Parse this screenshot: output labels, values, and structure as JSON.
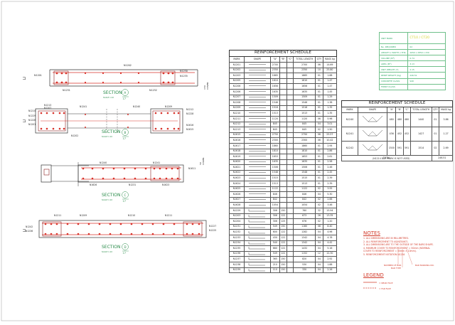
{
  "colors": {
    "rebar": "#d8322a",
    "link": "#8b1f1f",
    "concrete": "#333333",
    "section_label": "#2a8c4a",
    "note": "#d23a2a",
    "info": "#2aa864",
    "info_value": "#d5d52a"
  },
  "sections": [
    {
      "label": "SECTION",
      "letter": "A",
      "sheet": "17",
      "scale": "SCALE 1:10",
      "bars": [
        "N1202",
        "N1230",
        "N1235",
        "N1231",
        "N1232",
        "N1201"
      ]
    },
    {
      "label": "SECTION",
      "letter": "B",
      "sheet": "17",
      "scale": "SCALE 1:10",
      "bars": [
        "N1213",
        "N1241",
        "N1214",
        "N1207",
        "N1240",
        "N1229",
        "N1209",
        "N1212",
        "N1228",
        "N1226",
        "N1201",
        "N1616",
        "N1615",
        "N1202"
      ]
    },
    {
      "label": "SECTION",
      "letter": "C",
      "sheet": "17",
      "scale": "SCALE 1:10",
      "bars": [
        "N1240",
        "N1241",
        "N1626",
        "N1623",
        "N1231",
        "N1611"
      ]
    },
    {
      "label": "SECTION",
      "letter": "D",
      "sheet": "17",
      "scale": "SCALE 1:10",
      "bars": [
        "N1211",
        "N1209",
        "N1210",
        "N1211",
        "N1242",
        "N1236",
        "N1227",
        "N1225"
      ]
    }
  ],
  "dims": [
    "150",
    "COVER",
    "50",
    "COVER"
  ],
  "schedule1": {
    "title": "REINFORCEMENT SCHEDULE",
    "headers": [
      "MARK",
      "SHAPE",
      "\"A\"",
      "\"B\"",
      "\"C\"",
      "TOTAL LENGTH",
      "QTY",
      "MASS kg"
    ],
    "rows": [
      [
        "N1201",
        "",
        "2700",
        "",
        "",
        "2700",
        "06",
        "14.69"
      ],
      [
        "N1202",
        "",
        "2350",
        "",
        "",
        "2350",
        "10",
        "25.80"
      ],
      [
        "N1203",
        "",
        "1865",
        "",
        "",
        "1865",
        "01",
        "1.68"
      ],
      [
        "N1205",
        "",
        "1610",
        "",
        "",
        "1610",
        "01",
        "1.47"
      ],
      [
        "N1206",
        "",
        "1656",
        "",
        "",
        "1656",
        "01",
        "1.47"
      ],
      [
        "N1206",
        "",
        "1635",
        "",
        "",
        "1635",
        "01",
        "1.45"
      ],
      [
        "N1207",
        "",
        "1509",
        "",
        "",
        "1509",
        "01",
        "1.29"
      ],
      [
        "N1208",
        "",
        "1546",
        "",
        "",
        "1546",
        "01",
        "1.38"
      ],
      [
        "N1209",
        "",
        "1516",
        "",
        "",
        "1516",
        "01",
        "1.35"
      ],
      [
        "N1210",
        "",
        "1513",
        "",
        "",
        "1513",
        "01",
        "1.35"
      ],
      [
        "N1211",
        "",
        "1120",
        "",
        "",
        "1120",
        "06",
        "5.96"
      ],
      [
        "N1212",
        "",
        "845",
        "",
        "",
        "845",
        "04",
        "3.01"
      ],
      [
        "N1213",
        "",
        "845",
        "",
        "",
        "845",
        "02",
        "1.50"
      ],
      [
        "N1615",
        "",
        "2750",
        "",
        "",
        "2750",
        "06",
        "25.57"
      ],
      [
        "N1616",
        "",
        "2300",
        "",
        "",
        "2300",
        "06",
        "10.42"
      ],
      [
        "N1617",
        "",
        "1860",
        "",
        "",
        "1860",
        "01",
        "2.94"
      ],
      [
        "N1618",
        "",
        "1810",
        "",
        "",
        "1810",
        "01",
        "2.86"
      ],
      [
        "N1619",
        "",
        "1653",
        "",
        "",
        "1653",
        "01",
        "2.61"
      ],
      [
        "N1620",
        "",
        "1635",
        "",
        "",
        "1635",
        "01",
        "2.58"
      ],
      [
        "N1621",
        "",
        "1506",
        "",
        "",
        "1506",
        "01",
        "2.46"
      ],
      [
        "N1622",
        "",
        "1548",
        "",
        "",
        "1548",
        "01",
        "2.45"
      ],
      [
        "N1623",
        "",
        "1515",
        "",
        "",
        "1515",
        "01",
        "2.39"
      ],
      [
        "N1624",
        "",
        "1513",
        "",
        "",
        "1513",
        "01",
        "2.39"
      ],
      [
        "N1625",
        "",
        "1122",
        "",
        "",
        "1122",
        "02",
        "3.55"
      ],
      [
        "N1626",
        "",
        "846",
        "",
        "",
        "846",
        "04",
        "5.30"
      ],
      [
        "N1627",
        "",
        "842",
        "",
        "",
        "842",
        "02",
        "2.66"
      ],
      [
        "N1628",
        "",
        "1054",
        "",
        "",
        "1054",
        "02",
        "3.46"
      ],
      [
        "N1229",
        "",
        "306",
        "150",
        "",
        "760",
        "32",
        "15.94"
      ],
      [
        "N1203",
        "",
        "306",
        "122",
        "",
        "673",
        "26",
        "13.35"
      ],
      [
        "N1204",
        "",
        "306",
        "125",
        "",
        "676",
        "02",
        "1.20"
      ],
      [
        "N1231",
        "",
        "549",
        "150",
        "",
        "1160",
        "08",
        "8.40"
      ],
      [
        "N1232",
        "",
        "600",
        "122",
        "",
        "1282",
        "04",
        "4.96"
      ],
      [
        "N1233",
        "",
        "430",
        "122",
        "",
        "1342",
        "04",
        "4.78"
      ],
      [
        "N1234",
        "",
        "540",
        "122",
        "",
        "1342",
        "04",
        "4.42"
      ],
      [
        "N1235",
        "",
        "680",
        "122",
        "",
        "1432",
        "04",
        "5.16"
      ],
      [
        "N1236",
        "",
        "549",
        "122",
        "",
        "1152",
        "12",
        "12.30"
      ],
      [
        "N1237",
        "",
        "365",
        "150",
        "",
        "820",
        "04",
        "2.92"
      ],
      [
        "N1238",
        "",
        "210",
        "150",
        "",
        "530",
        "04",
        "1.88"
      ],
      [
        "N1239",
        "",
        "110",
        "150",
        "",
        "330",
        "04",
        "2.26"
      ]
    ]
  },
  "schedule2": {
    "title": "REINFORCEMENT SCHEDULE",
    "headers": [
      "MARK",
      "SHAPE",
      "\"A\"",
      "\"B\"",
      "\"C\"",
      "TOTAL LENGTH",
      "QTY",
      "MASS kg"
    ],
    "rows": [
      [
        "N1240",
        "",
        "480",
        "480",
        "480",
        "1440",
        "01",
        "3.86"
      ],
      [
        "N1241",
        "",
        "436",
        "452",
        "452",
        "1427",
        "01",
        "1.27"
      ],
      [
        "N1242",
        "",
        "1500",
        "591",
        "591",
        "1514",
        "02",
        "2.69"
      ]
    ],
    "total_label": "TOTAL",
    "total_value": "246.51",
    "note": "(N1214 BAR MARK IS NOT USED)"
  },
  "info_table": {
    "rows": [
      {
        "label": "UNIT MARK",
        "value": "CT10 / CT20"
      },
      {
        "label": "No. REQUIRED",
        "value": "02"
      },
      {
        "label": "LENGTH x WIDTH x THK.",
        "value": "2650 x 2850 x 230"
      },
      {
        "label": "VOLUME (M³)",
        "value": "0.74"
      },
      {
        "label": "AREA (M²)",
        "value": "3.13"
      },
      {
        "label": "UNIT WEIGHT (T)",
        "value": "2.15"
      },
      {
        "label": "REINF WEIGHT (Kg)",
        "value": "246.51"
      },
      {
        "label": "CONCRETE CLASS",
        "value": "S40"
      },
      {
        "label": "FINISH CLASS",
        "value": ""
      }
    ]
  },
  "notes": {
    "heading": "NOTES",
    "items": [
      "1.  ALL DIMENSIONS ARE IN MILLIMETRES.",
      "2.  ALL REINFORCEMENT TO AS/NZS4671.",
      "3.  ALL DIMENSIONS ARE TO THE OUTSIDE OF THE BARS SHAPE.",
      "4.  MINIMUM COVER TO REINFORCEMENT = 50mm (NOMINAL",
      "     COVER TO REINFORCEMENT = 50mm ± 10mm).",
      "5.  REINFORCEMENT NOTATION     N1234"
    ],
    "callout_number": "NUMBER OF BAR",
    "callout_type": "BAR TYPE",
    "callout_marking": "BAR MARKING NO."
  },
  "legend": {
    "heading": "LEGEND",
    "items": [
      "= NEAR FACE",
      "= FAR FACE"
    ]
  }
}
